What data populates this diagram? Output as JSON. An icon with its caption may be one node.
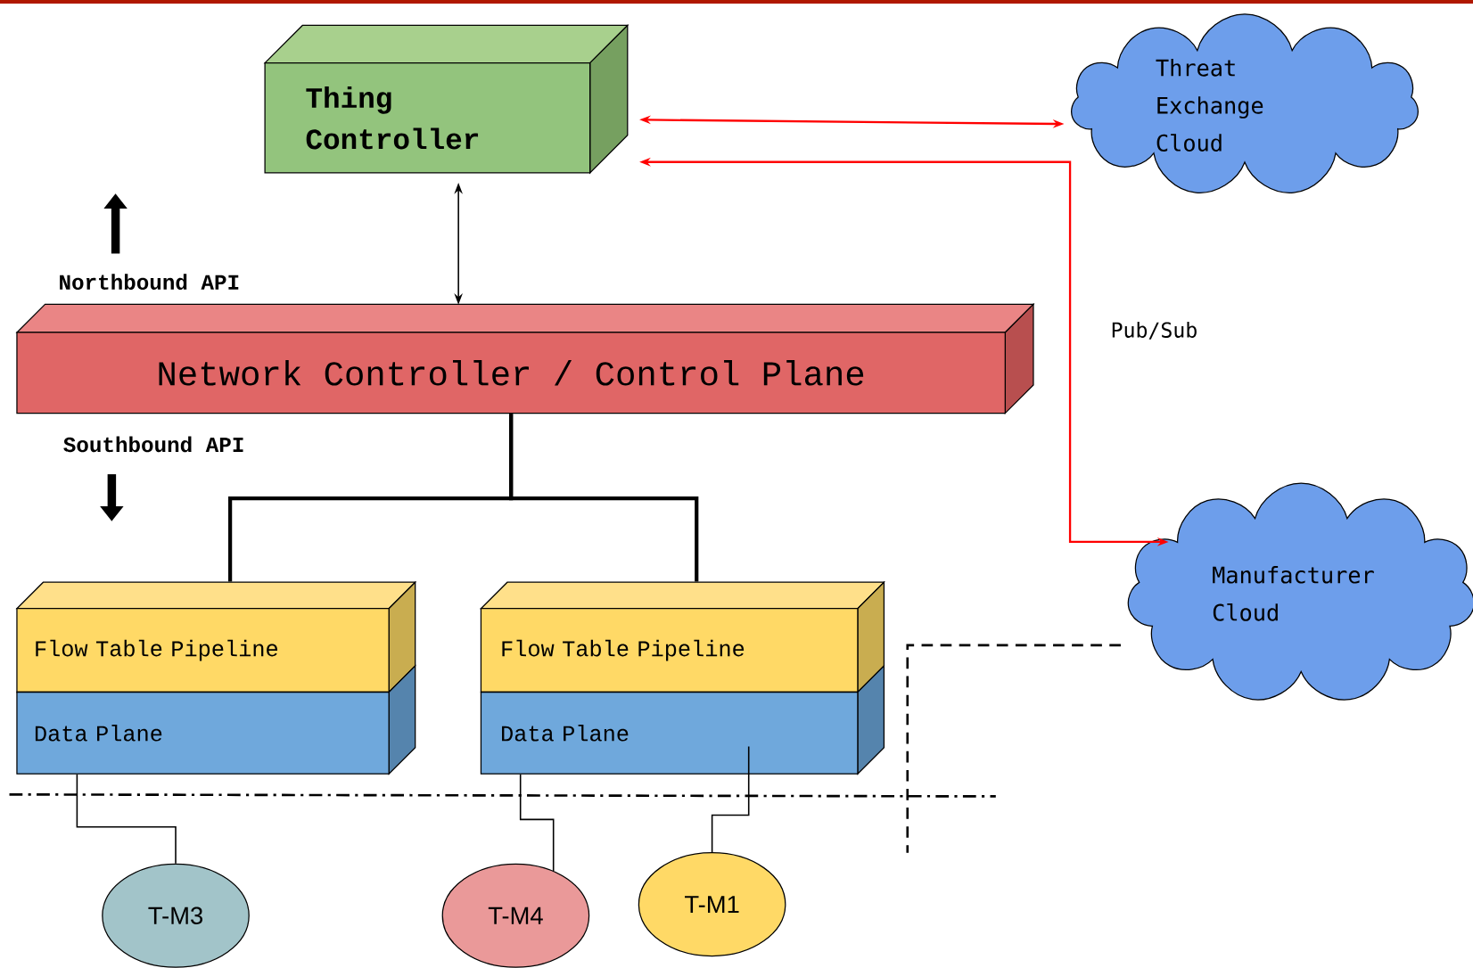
{
  "diagram": {
    "nodes": [
      {
        "text": [
          "Thing Controller"
        ]
      },
      {
        "text": [
          "Threat Exchange Cloud"
        ]
      },
      {
        "text": [
          "Network Controller / Control Plane"
        ]
      },
      {
        "text": [
          "Flow Table Pipeline"
        ]
      },
      {
        "text": [
          "Data Plane"
        ]
      },
      {
        "text": [
          "Flow Table Pipeline"
        ]
      },
      {
        "text": [
          "Data Plane"
        ]
      },
      {
        "text": [
          "Manufacturer Cloud"
        ]
      },
      {
        "text": [
          "T-M3"
        ]
      },
      {
        "text": [
          "T-M4"
        ]
      },
      {
        "text": [
          "T-M1"
        ]
      }
    ],
    "edges": [
      {
        "from": 0,
        "to": 1,
        "arrow": "both",
        "color": "#ff0000"
      },
      {
        "from": 7,
        "to": 0,
        "arrow": "both",
        "color": "#ff0000",
        "label": "Pub/Sub"
      },
      {
        "from": 0,
        "to": 2,
        "arrow": "both"
      },
      {
        "from": 2,
        "to": 3,
        "arrow": "none",
        "style": "thick"
      },
      {
        "from": 2,
        "to": 5,
        "arrow": "none",
        "style": "thick"
      },
      {
        "from": 4,
        "to": 8,
        "arrow": "none"
      },
      {
        "from": 6,
        "to": 9,
        "arrow": "none"
      },
      {
        "from": 6,
        "to": 10,
        "arrow": "none"
      }
    ],
    "labels": [
      "Northbound API",
      "Southbound API"
    ]
  }
}
